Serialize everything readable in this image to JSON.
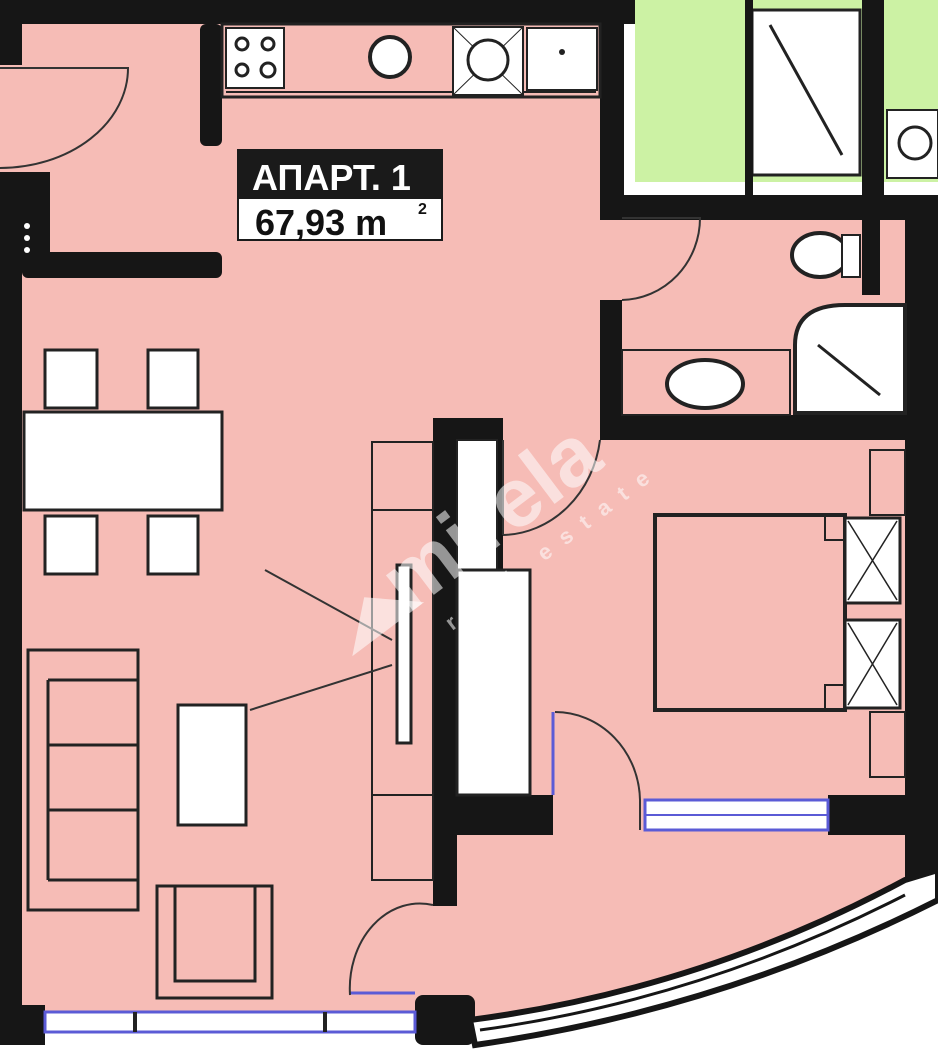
{
  "plan": {
    "apartment_label": "АПАРТ. 1",
    "area_value": "67,93 m",
    "area_unit_sup": "2"
  },
  "watermark": {
    "brand": "mirela",
    "tagline": "real estate"
  },
  "colors": {
    "floor": "#f6bcb6",
    "wall": "#161616",
    "neighbor": "#ccf2a4",
    "window": "#5b5bd6",
    "furniture": "#ffffff"
  }
}
